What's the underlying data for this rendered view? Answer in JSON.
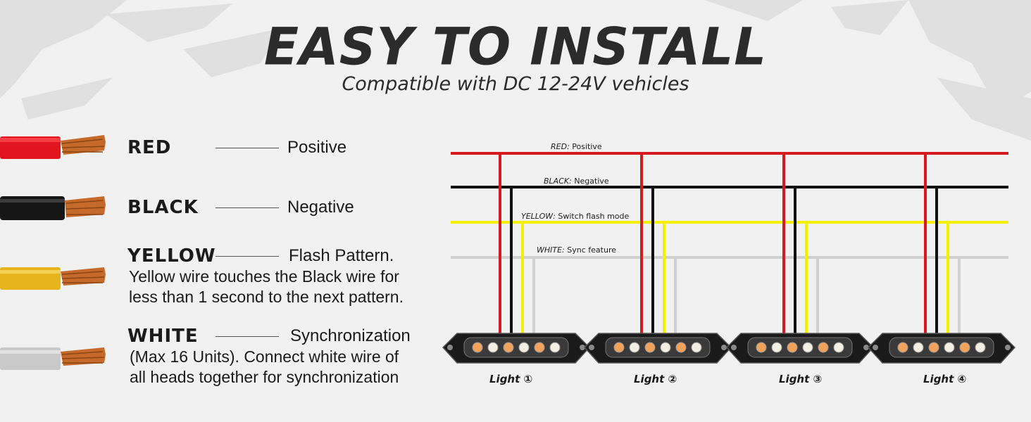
{
  "header": {
    "title": "EASY TO INSTALL",
    "subtitle": "Compatible with DC 12-24V vehicles"
  },
  "legend": [
    {
      "color_name": "RED",
      "function": "Positive",
      "description": [],
      "wire_color": "#e3141e"
    },
    {
      "color_name": "BLACK",
      "function": "Negative",
      "description": [],
      "wire_color": "#161616"
    },
    {
      "color_name": "YELLOW",
      "function": "Flash Pattern.",
      "description": [
        "Yellow wire touches the Black wire for",
        "less than 1 second to the next pattern."
      ],
      "wire_color": "#e8b41c"
    },
    {
      "color_name": "WHITE",
      "function": "Synchronization",
      "description": [
        "(Max 16 Units). Connect white wire of",
        "all heads together for synchronization"
      ],
      "wire_color": "#c9c9c9"
    }
  ],
  "wiring": {
    "buses": [
      {
        "name_italic": "RED:",
        "label": "Positive",
        "color": "#d71920"
      },
      {
        "name_italic": "BLACK:",
        "label": "Negative",
        "color": "#111111"
      },
      {
        "name_italic": "YELLOW:",
        "label": "Switch flash mode",
        "color": "#f5ef00"
      },
      {
        "name_italic": "WHITE:",
        "label": "Sync feature",
        "color": "#d0d0d0"
      }
    ],
    "lights": [
      {
        "label": "Light",
        "number": "①"
      },
      {
        "label": "Light",
        "number": "②"
      },
      {
        "label": "Light",
        "number": "③"
      },
      {
        "label": "Light",
        "number": "④"
      }
    ]
  }
}
